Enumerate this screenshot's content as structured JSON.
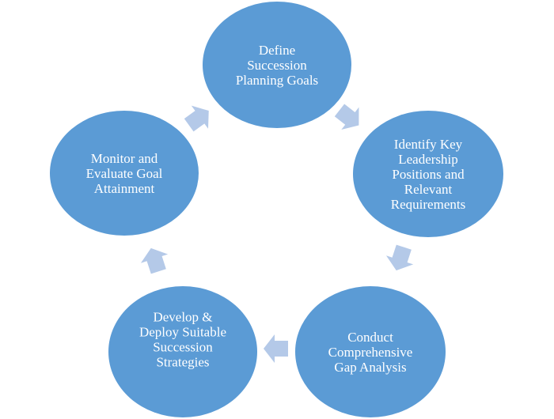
{
  "diagram": {
    "type": "cycle",
    "direction": "clockwise",
    "colors": {
      "node_fill": "#5b9bd5",
      "arrow_fill": "#b4c9e8",
      "text": "#ffffff",
      "background": "#ffffff"
    },
    "nodes": [
      {
        "id": "define-goals",
        "lines": [
          "Define",
          "Succession",
          "Planning Goals"
        ]
      },
      {
        "id": "identify-positions",
        "lines": [
          "Identify Key",
          "Leadership",
          "Positions and",
          "Relevant",
          "Requirements"
        ]
      },
      {
        "id": "gap-analysis",
        "lines": [
          "Conduct",
          "Comprehensive",
          "Gap Analysis"
        ]
      },
      {
        "id": "develop-strategies",
        "lines": [
          "Develop &",
          "Deploy Suitable",
          "Succession",
          "Strategies"
        ]
      },
      {
        "id": "monitor-evaluate",
        "lines": [
          "Monitor and",
          "Evaluate Goal",
          "Attainment"
        ]
      }
    ],
    "arrows": [
      {
        "from": "define-goals",
        "to": "identify-positions"
      },
      {
        "from": "identify-positions",
        "to": "gap-analysis"
      },
      {
        "from": "gap-analysis",
        "to": "develop-strategies"
      },
      {
        "from": "develop-strategies",
        "to": "monitor-evaluate"
      },
      {
        "from": "monitor-evaluate",
        "to": "define-goals"
      }
    ]
  }
}
